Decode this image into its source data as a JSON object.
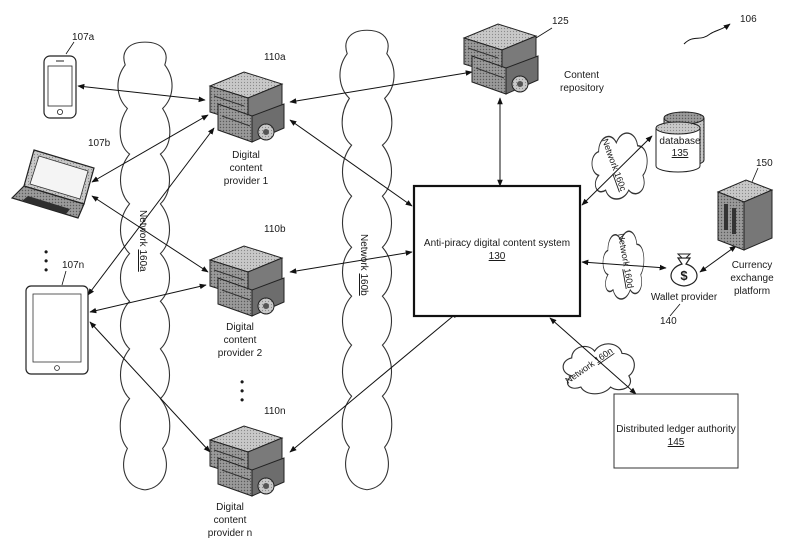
{
  "figure_ref": "106",
  "devices": [
    {
      "ref": "107a",
      "type": "smartphone"
    },
    {
      "ref": "107b",
      "type": "laptop"
    },
    {
      "ref": "107n",
      "type": "tablet"
    }
  ],
  "devices_ellipsis": "•\n•\n•",
  "networks": {
    "a": {
      "word": "Network",
      "num": "160a"
    },
    "b": {
      "word": "Network",
      "num": "160b"
    },
    "c": {
      "word": "Network",
      "num": "160c"
    },
    "d": {
      "word": "Network",
      "num": "160d"
    },
    "n": {
      "word": "Network",
      "num": "160n"
    }
  },
  "providers": [
    {
      "ref": "110a",
      "line1": "Digital",
      "line2": "content",
      "line3": "provider 1"
    },
    {
      "ref": "110b",
      "line1": "Digital",
      "line2": "content",
      "line3": "provider 2"
    },
    {
      "ref": "110n",
      "line1": "Digital",
      "line2": "content",
      "line3": "provider n"
    }
  ],
  "repository": {
    "ref": "125",
    "line1": "Content",
    "line2": "repository"
  },
  "database": {
    "label": "database",
    "ref": "135"
  },
  "system": {
    "label": "Anti-piracy digital content system",
    "ref": "130"
  },
  "exchange": {
    "ref": "150",
    "line1": "Currency",
    "line2": "exchange",
    "line3": "platform"
  },
  "wallet": {
    "label": "Wallet provider",
    "ref": "140",
    "symbol": "$"
  },
  "ledger": {
    "label": "Distributed ledger authority",
    "ref": "145"
  },
  "icons": [
    "smartphone-icon",
    "laptop-icon",
    "tablet-icon",
    "server-icon",
    "database-icon",
    "building-icon",
    "money-bag-icon",
    "cloud-icon"
  ]
}
